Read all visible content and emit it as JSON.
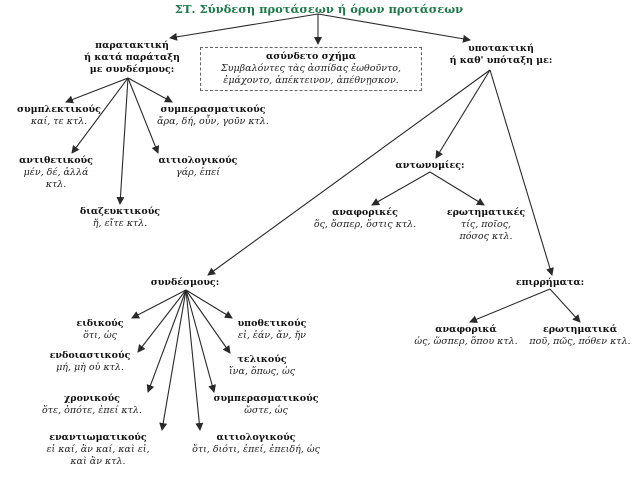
{
  "title": "ΣΤ. Σύνδεση προτάσεων ή όρων προτάσεων",
  "colors": {
    "title": "#1e7a4a",
    "line": "#2a2a2a",
    "text": "#111111"
  },
  "parataxi": {
    "line1": "παρατακτική",
    "line2": "ή κατά παράταξη",
    "line3": "με συνδέσμους:",
    "symplektikous": {
      "label": "συμπλεκτικούς",
      "examples": "καί, τε κτλ."
    },
    "symperasmatikous": {
      "label": "συμπερασματικούς",
      "examples": "ἄρα, δή, οὖν, γοῦν κτλ."
    },
    "antithetikous": {
      "label": "αντιθετικούς",
      "examples1": "μέν, δέ, ἀλλά",
      "examples2": "κτλ."
    },
    "aitiologikous": {
      "label": "αιτιολογικούς",
      "examples": "γάρ, ἐπεί"
    },
    "diazeuktikous": {
      "label": "διαζευκτικούς",
      "examples": "ἤ, εἴτε κτλ."
    }
  },
  "asyndeto": {
    "label": "ασύνδετο σχήμα",
    "line1": "Συμβαλόντες τὰς ἀσπίδας ἐωθοῦντο,",
    "line2": "ἐμάχοντο, ἀπέκτεινον, ἀπέθνῃσκον."
  },
  "ypotaxi": {
    "line1": "υποτακτική",
    "line2": "ή καθ' υπόταξη με:",
    "antonymies": {
      "label": "αντωνυμίες:",
      "anaforikes": {
        "label": "αναφορικές",
        "examples": "ὅς, ὅσπερ, ὅστις κτλ."
      },
      "erotimatikes": {
        "label": "ερωτηματικές",
        "examples1": "τίς, ποῖος,",
        "examples2": "πόσος κτλ."
      }
    },
    "syndesmous": {
      "label": "συνδέσμους:",
      "eidikous": {
        "label": "ειδικούς",
        "examples": "ὅτι, ὡς"
      },
      "endoiastikous": {
        "label": "ενδοιαστικούς",
        "examples": "μή, μὴ οὐ κτλ."
      },
      "chronikous": {
        "label": "χρονικούς",
        "examples": "ὅτε, ὁπότε, ἐπεί κτλ."
      },
      "enantiomatikous": {
        "label": "εναντιωματικούς",
        "examples1": "εἰ καί, ἂν καί, καὶ εἰ,",
        "examples2": "καὶ ἂν κτλ."
      },
      "ypothetikous": {
        "label": "υποθετικούς",
        "examples": "εἰ, ἐάν, ἄν, ἤν"
      },
      "telikous": {
        "label": "τελικούς",
        "examples": "ἵνα, ὅπως, ὡς"
      },
      "symperasmatikous": {
        "label": "συμπερασματικούς",
        "examples": "ὥστε, ὡς"
      },
      "aitiologikous": {
        "label": "αιτιολογικούς",
        "examples": "ὅτι, διότι, ἐπεί, ἐπειδή, ὡς"
      }
    },
    "epirrimata": {
      "label": "επιρρήματα:",
      "anaforika": {
        "label": "αναφορικά",
        "examples": "ὡς, ὥσπερ, ὅπου κτλ."
      },
      "erotimatika": {
        "label": "ερωτηματικά",
        "examples": "ποῦ, πῶς, πόθεν κτλ."
      }
    }
  }
}
